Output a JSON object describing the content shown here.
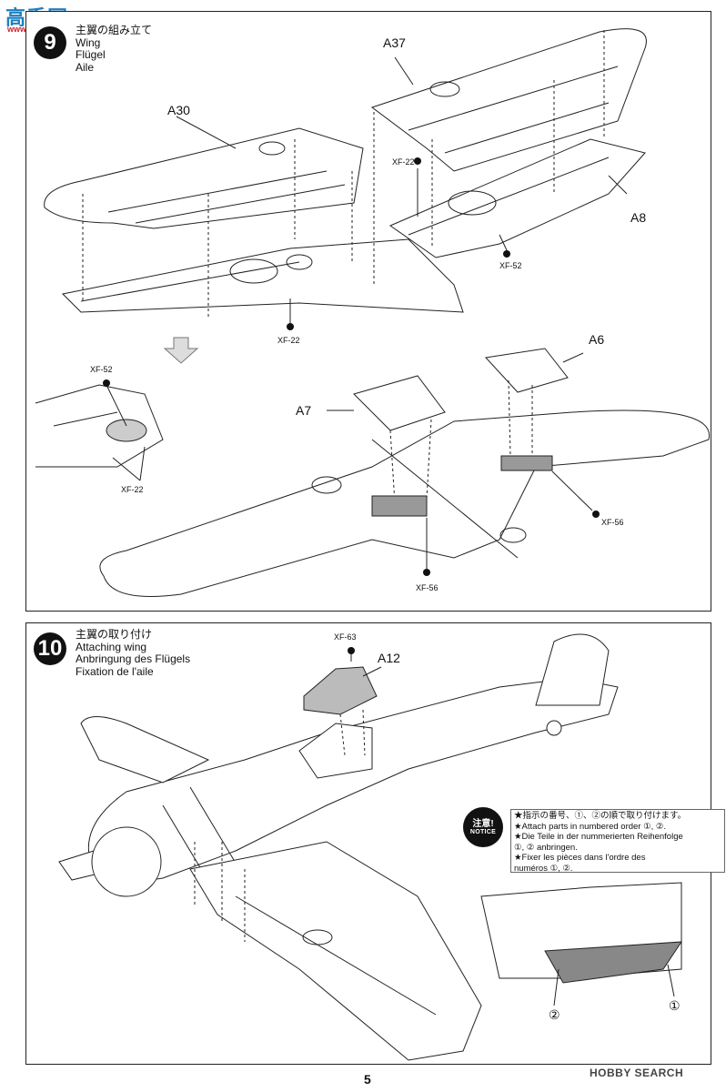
{
  "watermark": {
    "top_left_main": "高手网",
    "top_left_sub": "www.ghshou.net"
  },
  "step9": {
    "number": "9",
    "title_jp": "主翼の組み立て",
    "title_en": "Wing",
    "title_de": "Flügel",
    "title_fr": "Aile",
    "labels": {
      "a37": "A37",
      "a30": "A30",
      "a8": "A8",
      "a7": "A7",
      "a6": "A6",
      "xf22_top": "XF-22",
      "xf52_right": "XF-52",
      "xf22_bottom": "XF-22",
      "xf52_inset": "XF-52",
      "xf22_inset": "XF-22",
      "xf56_right": "XF-56",
      "xf56_bottom": "XF-56"
    }
  },
  "step10": {
    "number": "10",
    "title_jp": "主翼の取り付け",
    "title_en": "Attaching wing",
    "title_de": "Anbringung des Flügels",
    "title_fr": "Fixation de l'aile",
    "labels": {
      "xf63": "XF-63",
      "a12": "A12",
      "order1": "①",
      "order2": "②"
    },
    "notice": {
      "badge_jp": "注意!",
      "badge_en": "NOTICE",
      "lines": [
        "★指示の番号、①、②の順で取り付けます。",
        "★Attach parts in numbered order ①, ②.",
        "★Die Teile in der nummerierten Reihenfolge",
        "①, ② anbringen.",
        "★Fixer les pièces dans l'ordre des",
        "numéros ①, ②."
      ]
    }
  },
  "footer": {
    "page_number": "5",
    "brand": "HOBBY SEARCH"
  }
}
